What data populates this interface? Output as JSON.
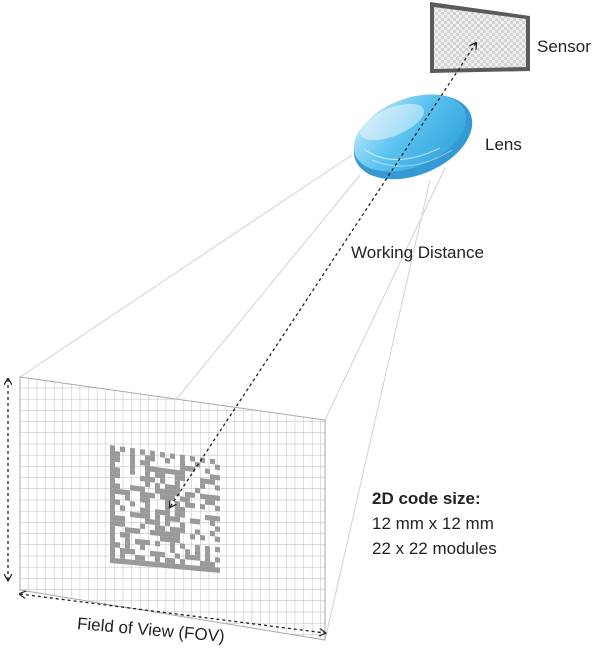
{
  "labels": {
    "sensor": "Sensor",
    "lens": "Lens",
    "working_distance": "Working Distance",
    "fov": "Field of View (FOV)"
  },
  "code_info": {
    "title": "2D code size:",
    "size": "12 mm x 12 mm",
    "modules": "22 x 22 modules"
  },
  "colors": {
    "grid": "#b9b9b9",
    "cone": "#d2d2d2",
    "code_module": "#9a9a9a",
    "sensor_frame": "#5a5a5a",
    "lens_blue": "#3fb3e8",
    "text": "#222222"
  }
}
